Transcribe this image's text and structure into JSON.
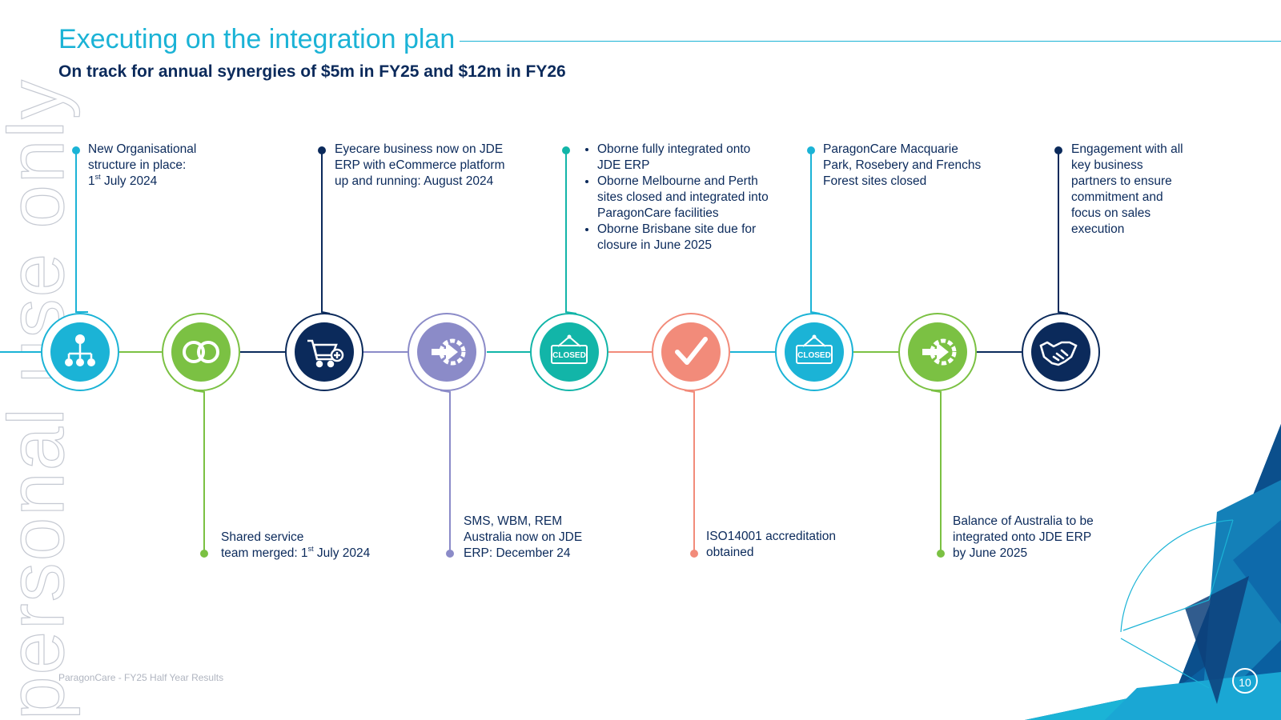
{
  "title": "Executing on the integration plan",
  "subtitle": "On track for annual synergies of $5m in FY25 and $12m in FY26",
  "watermark": "personal use only",
  "footer": "ParagonCare - FY25 Half Year Results",
  "page_number": "10",
  "milestones": {
    "m1": {
      "line1": "New Organisational",
      "line2": "structure in place:",
      "day": "1",
      "ordinal": "st",
      "rest": " July 2024",
      "icon": "org-chart-icon",
      "color": "#1bb3d6"
    },
    "m2": {
      "line1": "Shared service",
      "pre": "team merged: 1",
      "ordinal": "st",
      "rest": " July 2024",
      "icon": "linked-rings-icon",
      "color": "#7bc143"
    },
    "m3": {
      "lines": [
        "Eyecare business now on JDE",
        "ERP with eCommerce platform",
        "up and running: August 2024"
      ],
      "icon": "shopping-cart-icon",
      "color": "#0b2a5b"
    },
    "m4": {
      "lines": [
        "SMS, WBM, REM",
        "Australia now on JDE",
        "ERP: December 24"
      ],
      "icon": "gear-arrow-icon",
      "color": "#8b8bc8"
    },
    "m5": {
      "bullets": [
        [
          "Oborne fully integrated onto",
          "JDE ERP"
        ],
        [
          "Oborne Melbourne and Perth",
          "sites closed and integrated into",
          "ParagonCare facilities"
        ],
        [
          "Oborne Brisbane site due for",
          "closure in June 2025"
        ]
      ],
      "icon": "closed-sign-icon",
      "sign": "CLOSED",
      "color": "#12b5a8"
    },
    "m6": {
      "lines": [
        "ISO14001 accreditation",
        "obtained"
      ],
      "icon": "checkmark-icon",
      "color": "#f28b7a"
    },
    "m7": {
      "lines": [
        "ParagonCare Macquarie",
        "Park, Rosebery and Frenchs",
        "Forest sites closed"
      ],
      "icon": "closed-sign-icon",
      "sign": "CLOSED",
      "color": "#1bb3d6"
    },
    "m8": {
      "lines": [
        "Balance of Australia to be",
        "integrated onto JDE ERP",
        "by June 2025"
      ],
      "icon": "gear-arrow-icon",
      "color": "#7bc143"
    },
    "m9": {
      "lines": [
        "Engagement with all",
        "key business",
        "partners to ensure",
        "commitment and",
        "focus on sales",
        "execution"
      ],
      "icon": "handshake-icon",
      "color": "#0b2a5b"
    }
  }
}
